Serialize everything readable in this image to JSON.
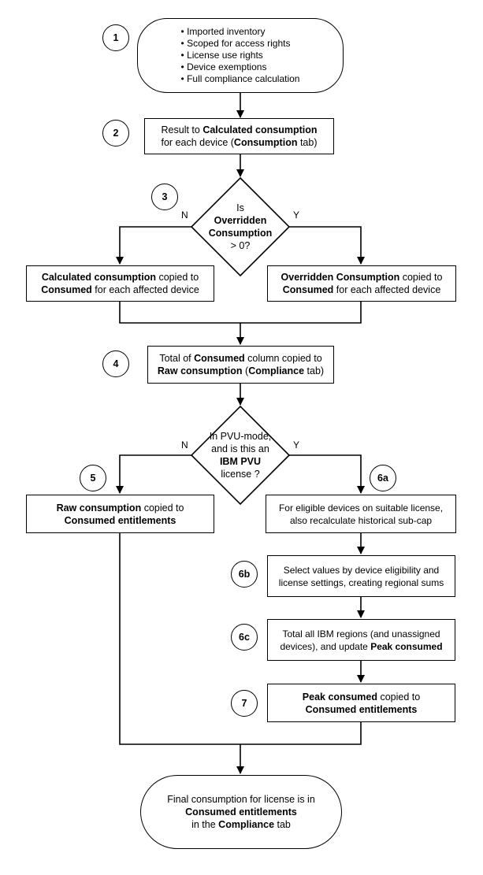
{
  "steps": {
    "s1": {
      "badge": "1",
      "bullets": [
        "Imported inventory",
        "Scoped for access rights",
        "License use rights",
        "Device exemptions",
        "Full compliance calculation"
      ]
    },
    "s2": {
      "badge": "2",
      "line1_a": "Result to ",
      "line1_b": "Calculated consumption",
      "line2_a": "for each device (",
      "line2_b": "Consumption",
      "line2_c": " tab)"
    },
    "s3": {
      "badge": "3",
      "q1": "Is",
      "q2": "Overridden",
      "q3": "Consumption",
      "q4": "> 0?",
      "no": "N",
      "yes": "Y"
    },
    "s3_no_box": {
      "a": "Calculated consumption",
      "b": " copied to",
      "c": "Consumed",
      "d": " for each affected device"
    },
    "s3_yes_box": {
      "a": "Overridden Consumption",
      "b": " copied to",
      "c": "Consumed",
      "d": " for each affected device"
    },
    "s4": {
      "badge": "4",
      "a": "Total of ",
      "b": "Consumed",
      "c": " column copied to",
      "d": "Raw consumption",
      "e": " (",
      "f": "Compliance",
      "g": " tab)"
    },
    "pvu": {
      "q1": "In PVU-mode,",
      "q2": "and is this an",
      "q3": "IBM PVU",
      "q4": "license ?",
      "no": "N",
      "yes": "Y"
    },
    "s5": {
      "badge": "5",
      "a": "Raw consumption",
      "b": " copied to",
      "c": "Consumed entitlements"
    },
    "s6a": {
      "badge": "6a",
      "l1": "For eligible devices on suitable license,",
      "l2": "also recalculate historical sub-cap"
    },
    "s6b": {
      "badge": "6b",
      "l1": "Select values by device eligibility and",
      "l2": "license settings, creating regional sums"
    },
    "s6c": {
      "badge": "6c",
      "l1": "Total all IBM regions (and unassigned",
      "l2a": "devices), and update ",
      "l2b": "Peak consumed"
    },
    "s7": {
      "badge": "7",
      "a": "Peak consumed",
      "b": " copied to",
      "c": "Consumed entitlements"
    },
    "final": {
      "l1": "Final consumption for license is in",
      "l2": "Consumed entitlements",
      "l3a": "in the ",
      "l3b": "Compliance",
      "l3c": " tab"
    }
  }
}
